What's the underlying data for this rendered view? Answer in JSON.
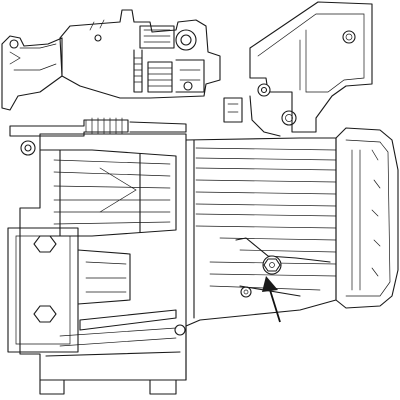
{
  "image": {
    "kind": "technical-line-drawing",
    "subject": "manual-transmission-gearbox",
    "background": "#ffffff",
    "line_color": "#1a1a1a"
  },
  "callouts": [
    {
      "id": "arrow-1",
      "icon": "arrow-up-left-icon",
      "target": "drain-plug-bolt"
    }
  ],
  "watermark": {
    "text": ""
  }
}
